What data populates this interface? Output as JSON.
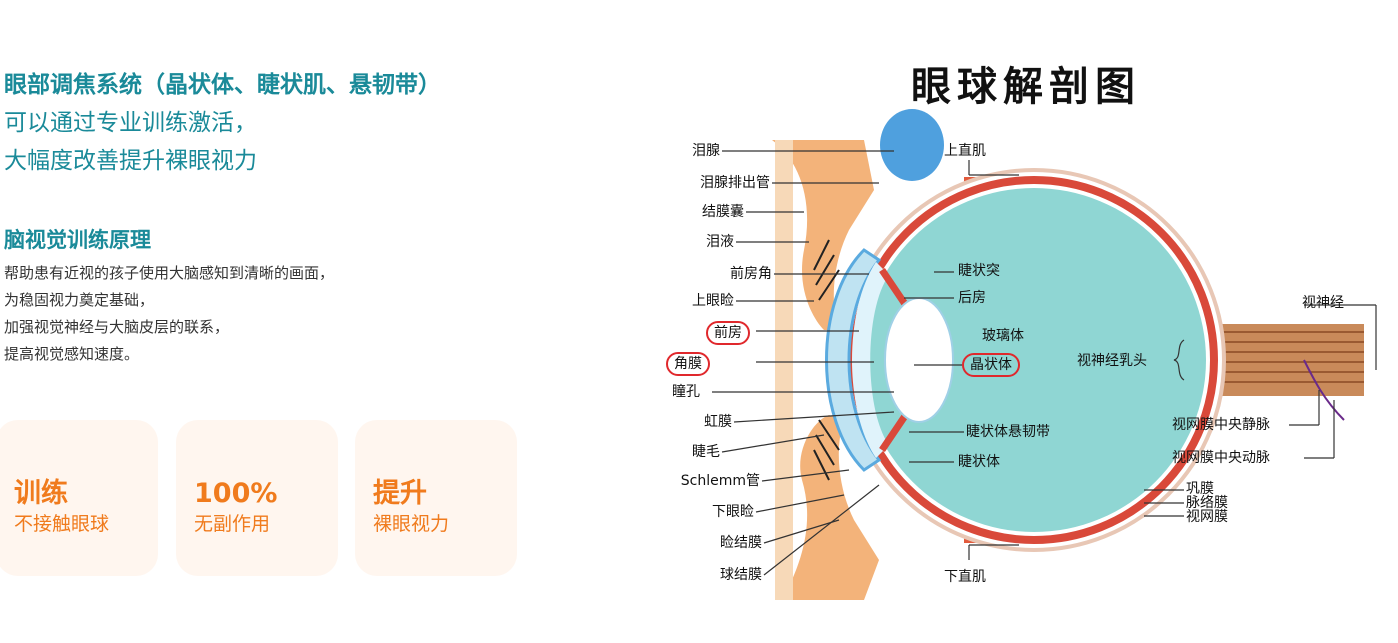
{
  "left": {
    "headline": "眼部调焦系统（晶状体、睫状肌、悬韧带）",
    "sublines": [
      "可以通过专业训练激活，",
      "大幅度改善提升裸眼视力"
    ],
    "section_title": "脑视觉训练原理",
    "desc_lines": [
      "帮助患有近视的孩子使用大脑感知到清晰的画面，",
      "为稳固视力奠定基础，",
      "加强视觉神经与大脑皮层的联系，",
      "提高视觉感知速度。"
    ],
    "cards": [
      {
        "big": "训练",
        "small": "不接触眼球"
      },
      {
        "big": "100%",
        "small": "无副作用"
      },
      {
        "big": "提升",
        "small": "裸眼视力"
      }
    ]
  },
  "diagram": {
    "title": "眼球解剖图",
    "labels_left": [
      "泪腺",
      "泪腺排出管",
      "结膜囊",
      "泪液",
      "前房角",
      "上眼睑",
      "前房",
      "角膜",
      "瞳孔",
      "虹膜",
      "睫毛",
      "Schlemm管",
      "下眼睑",
      "睑结膜",
      "球结膜"
    ],
    "labels_right": {
      "top_muscle": "上直肌",
      "ciliary_process": "睫状突",
      "posterior_chamber": "后房",
      "vitreous": "玻璃体",
      "lens": "晶状体",
      "zonule": "睫状体悬韧带",
      "ciliary_body": "睫状体",
      "bottom_muscle": "下直肌",
      "optic_nerve": "视神经",
      "optic_disc": "视神经乳头",
      "central_vein": "视网膜中央静脉",
      "central_artery": "视网膜中央动脉",
      "sclera": "巩膜",
      "choroid": "脉络膜",
      "retina": "视网膜"
    },
    "colors": {
      "vitreous": "#8fd6d3",
      "sclera_band": "#d9493a",
      "cornea": "#bfe3f2",
      "lacrimal": "#4fa0de",
      "highlight_ring": "#e0282c"
    }
  }
}
